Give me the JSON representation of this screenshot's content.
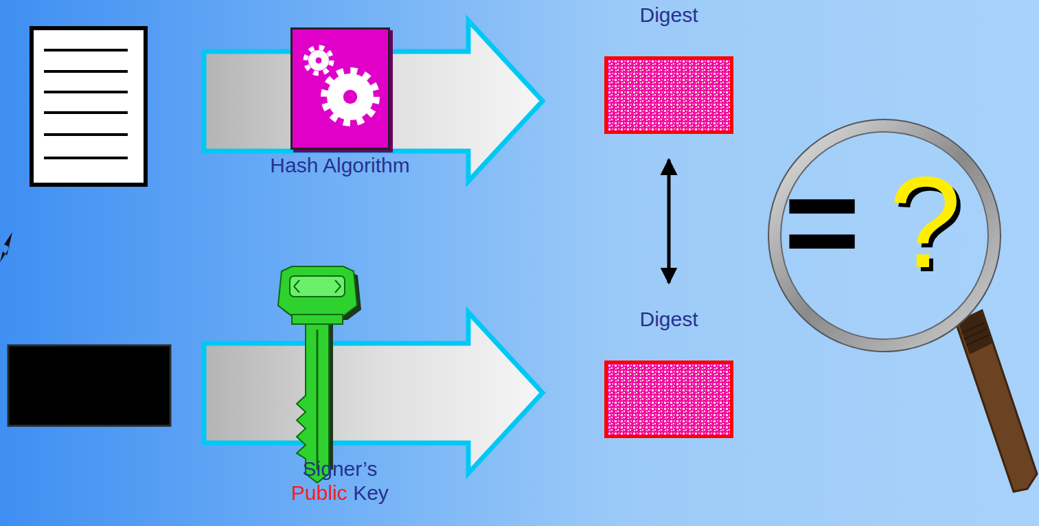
{
  "diagram": {
    "nodes": [
      {
        "text": [
          "Hash Algorithm"
        ]
      },
      {
        "text": [
          "Digest"
        ]
      },
      {
        "text": [
          "Digest"
        ]
      }
    ],
    "edges": [
      {
        "from": 1,
        "to": 2,
        "arrow": "both"
      }
    ],
    "labels": [
      "Signer’s Public Key",
      "=",
      "?"
    ]
  }
}
